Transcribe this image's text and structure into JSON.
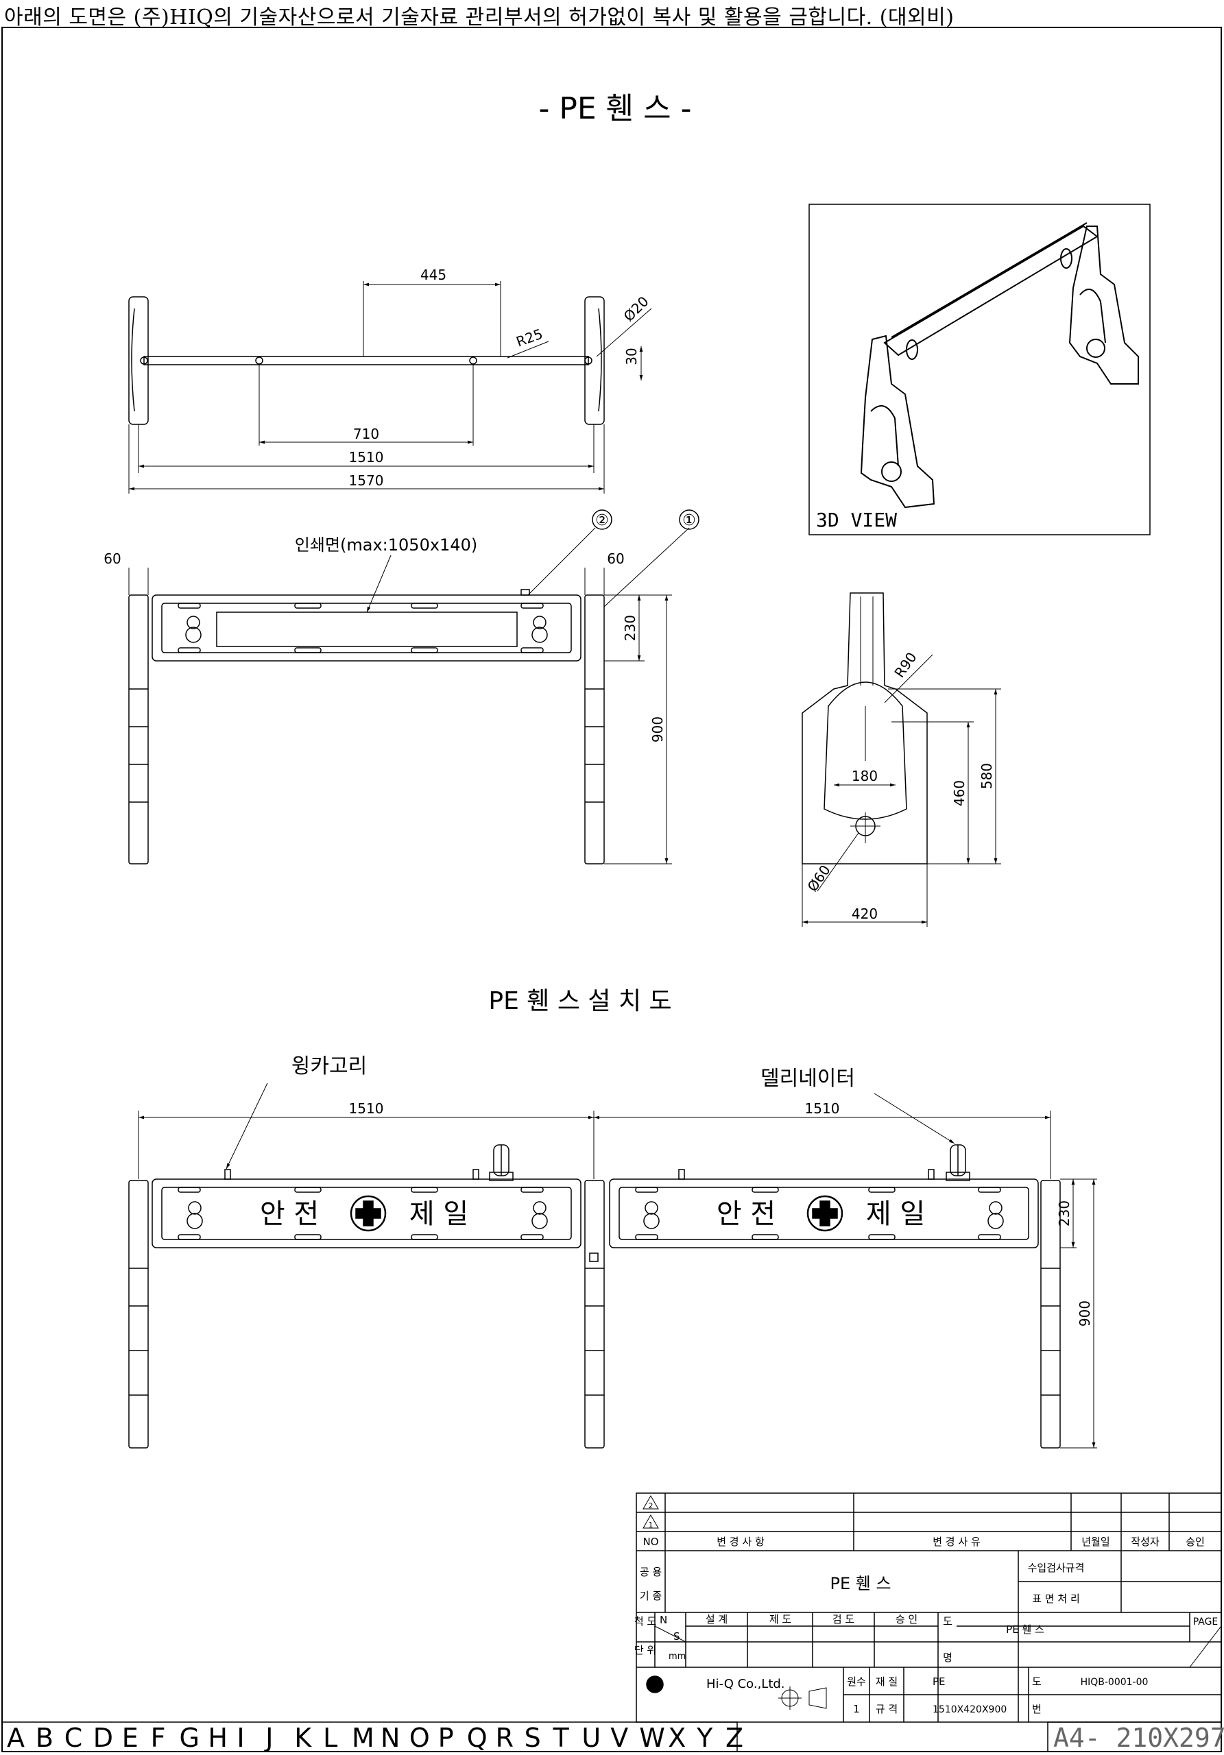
{
  "notice": "아래의 도면은 (주)HIQ의 기술자산으로서 기술자료 관리부서의 허가없이 복사 및 활용을 금합니다. (대외비)",
  "main_title": "- PE 휀 스 -",
  "top_view": {
    "dims": [
      "445",
      "Ø20",
      "R25",
      "30",
      "710",
      "1510",
      "1570"
    ]
  },
  "front_view": {
    "print_area": "인쇄면(max:1050x140)",
    "balloons": [
      "②",
      "①"
    ],
    "dims": [
      "60",
      "60",
      "230",
      "900"
    ]
  },
  "view3d": {
    "label": "3D VIEW"
  },
  "side_view": {
    "dims": [
      "R90",
      "180",
      "460",
      "580",
      "Ø60",
      "420"
    ]
  },
  "install": {
    "title": "PE 휀 스 설 치 도",
    "label_hook": "윙카고리",
    "label_delineator": "델리네이터",
    "dims": [
      "1510",
      "1510",
      "230",
      "900"
    ],
    "panel_text": [
      "안 전",
      "제 일"
    ]
  },
  "title_block": {
    "rev_marks": [
      "2",
      "1"
    ],
    "header": [
      "NO",
      "변 경 사 항",
      "변 경 사 유",
      "년월일",
      "작성자",
      "승인"
    ],
    "gongyong": "공 용",
    "gijong": "기 종",
    "product_title": "PE 휀 스",
    "inspection": "수입검사규격",
    "surface": "표 면 처 리",
    "scale_label": "척 도",
    "scale_n": "N",
    "scale_s": "S",
    "roles": [
      "설 계",
      "제 도",
      "검 도",
      "승 인"
    ],
    "do_label": "도",
    "myeong_label": "명",
    "drawing_name": "PE 휀 스",
    "page_label": "PAGE",
    "unit_label": "단 위",
    "unit": "mm",
    "company": "Hi-Q Co.,Ltd.",
    "wonsu_label": "원수",
    "wonsu": "1",
    "material_label": "재 질",
    "material": "PE",
    "spec_label": "규 격",
    "spec": "1510X420X900",
    "beon_label": "번",
    "drawing_no": "HIQB-0001-00"
  },
  "footer": {
    "letters": [
      "A",
      "B",
      "C",
      "D",
      "E",
      "F",
      "G",
      "H",
      "I",
      "J",
      "K",
      "L",
      "M",
      "N",
      "O",
      "P",
      "Q",
      "R",
      "S",
      "T",
      "U",
      "V",
      "W",
      "X",
      "Y",
      "Z"
    ],
    "paper": "A4- 210X297"
  }
}
